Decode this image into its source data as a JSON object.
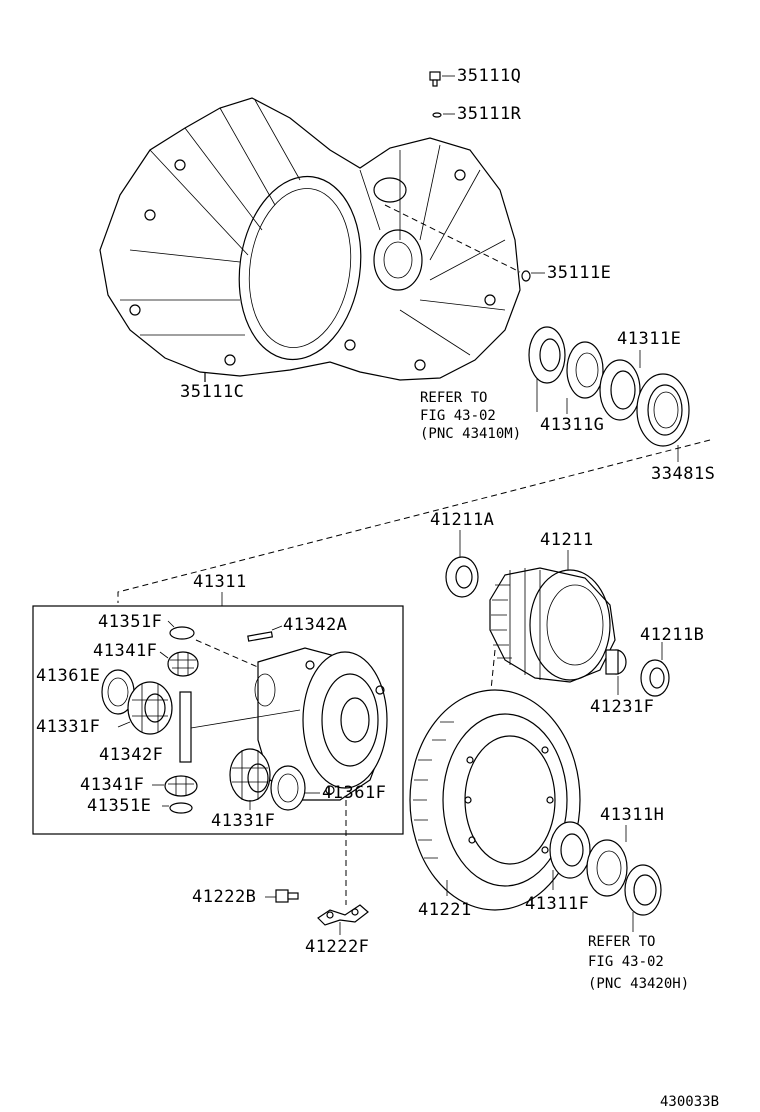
{
  "labels": {
    "p35111Q": "35111Q",
    "p35111R": "35111R",
    "p35111E": "35111E",
    "p35111C": "35111C",
    "p41311E": "41311E",
    "p41311G": "41311G",
    "p33481S": "33481S",
    "p41211A": "41211A",
    "p41211": "41211",
    "p41211B": "41211B",
    "p41231F": "41231F",
    "p41311": "41311",
    "p41351F_top": "41351F",
    "p41342A": "41342A",
    "p41341F_top": "41341F",
    "p41361E": "41361E",
    "p41331F_left": "41331F",
    "p41342F": "41342F",
    "p41341F_bot": "41341F",
    "p41351E": "41351E",
    "p41331F_bot": "41331F",
    "p41361F": "41361F",
    "p41221": "41221",
    "p41311F": "41311F",
    "p41311H": "41311H",
    "p41222B": "41222B",
    "p41222F": "41222F"
  },
  "refer_top": {
    "line1": "REFER TO",
    "line2": "FIG 43-02",
    "line3": "(PNC 43410M)"
  },
  "refer_bottom": {
    "line1": "REFER TO",
    "line2": "FIG 43-02",
    "line3": "(PNC 43420H)"
  },
  "figure_id": "430033B"
}
